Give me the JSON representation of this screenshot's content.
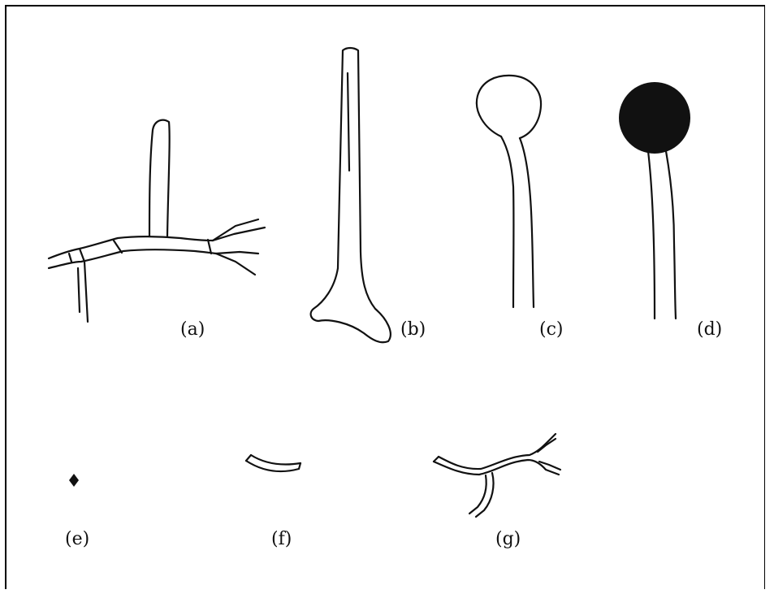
{
  "labels": {
    "a": "(a)",
    "b": "(b)",
    "c": "(c)",
    "d": "(d)",
    "e": "(e)",
    "f": "(f)",
    "g": "(g)"
  },
  "colors": {
    "line": "#111111",
    "background": "#ffffff"
  }
}
